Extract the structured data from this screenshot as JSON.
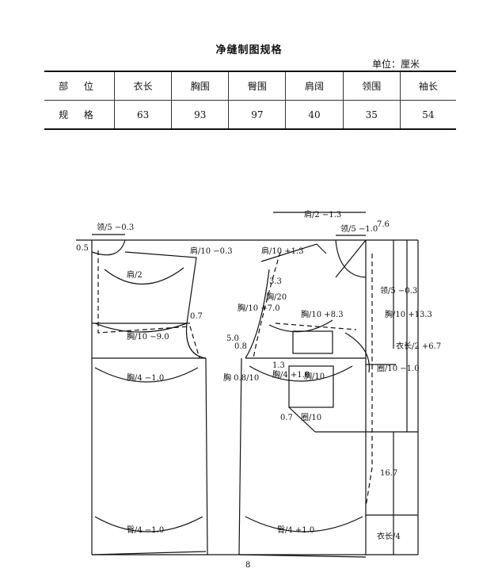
{
  "title": "净缝制图规格",
  "unit": "单位：厘米",
  "table": {
    "headers": [
      "部 位",
      "衣长",
      "胸围",
      "臀围",
      "肩阔",
      "领围",
      "袖长"
    ],
    "rows": [
      [
        "规 格",
        "63",
        "93",
        "97",
        "40",
        "35",
        "54"
      ]
    ]
  },
  "labels": {
    "collar_left": "领/5 −0.3",
    "collar_right": "领/5 −1.0",
    "collar_side": "领/5 −0.3",
    "shoulder_top": "肩/2 −1.3",
    "shoulder_left": "肩/10 −0.3",
    "shoulder_right": "肩/10 +1.3",
    "shoulder_half": "肩/2",
    "bust_back": "胸/10 −9.0",
    "bust_q_back": "胸/4 −1.0",
    "bust_q_front": "胸/4 +1.0",
    "bust_front_83": "胸/10 +8.3",
    "bust_front_7": "胸/10 +7.0",
    "bust_20": "胸/20",
    "val_33": "3.3",
    "val_07a": "0.7",
    "val_07b": "0.7",
    "val_13": "1.3",
    "val_50": "5.0",
    "val_08": "0.8",
    "val_76": "7.6",
    "waist_front": "胸 0.8/10",
    "armhole_10": "胸/10",
    "armhole_10b": "圈/10",
    "side_133": "胸/10 +13.3",
    "side_67": "衣长/2 +6.7",
    "side_10": "圈/10 −1.0",
    "side_167": "16.7",
    "hip_back": "臀/4 −1.0",
    "hip_front": "臀/4 +1.0",
    "len_4": "衣长/4",
    "val_8": "8",
    "val_05": "0.5"
  }
}
